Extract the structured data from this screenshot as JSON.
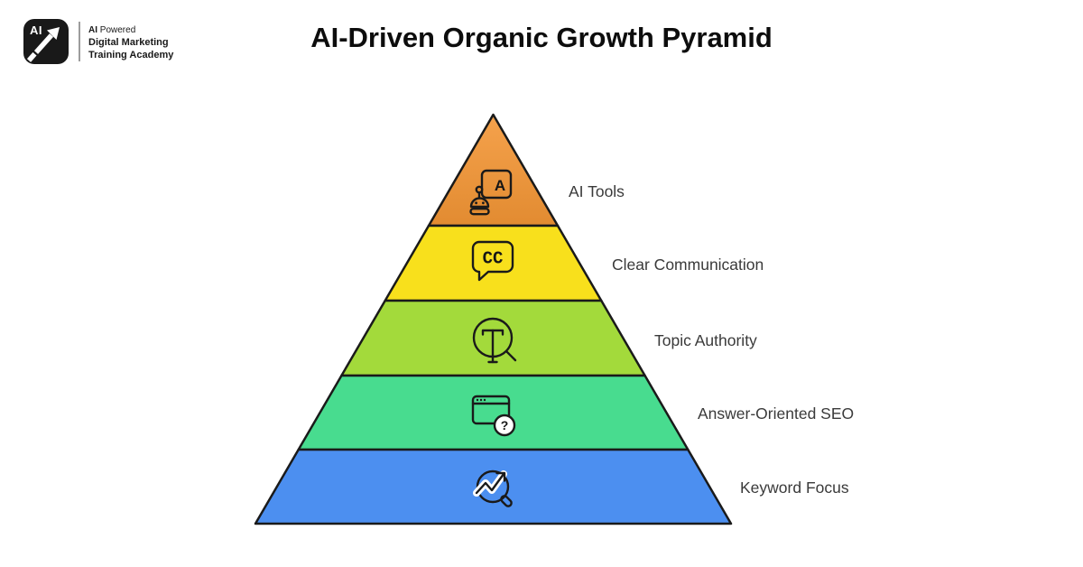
{
  "header": {
    "logo": {
      "mark_text": "AI",
      "brand_line1_bold": "AI",
      "brand_line1_regular": "Powered",
      "brand_line2": "Digital Marketing",
      "brand_line3": "Training Academy"
    },
    "title": "AI-Driven Organic Growth Pyramid"
  },
  "chart_data": {
    "type": "pyramid",
    "title": "AI-Driven Organic Growth Pyramid",
    "order": "top-to-bottom",
    "levels": [
      {
        "label": "AI Tools",
        "fill": "#EE9540",
        "fill_top": "#F5A24C",
        "fill_bottom": "#E28B31",
        "icon": "ai-robot-presentation-icon",
        "icon_letter": "A"
      },
      {
        "label": "Clear Communication",
        "fill": "#F8E01C",
        "icon": "closed-captions-icon",
        "icon_text": "CC"
      },
      {
        "label": "Topic Authority",
        "fill": "#A3DA3B",
        "icon": "topic-authority-magnifier-icon"
      },
      {
        "label": "Answer-Oriented SEO",
        "fill": "#48DC8F",
        "icon": "browser-question-icon",
        "icon_mark": "?"
      },
      {
        "label": "Keyword Focus",
        "fill": "#4C8FF0",
        "icon": "keyword-trend-magnifier-icon"
      }
    ],
    "outline_color": "#1a1a1a",
    "label_color": "#3a3a3a",
    "background": "#ffffff"
  }
}
